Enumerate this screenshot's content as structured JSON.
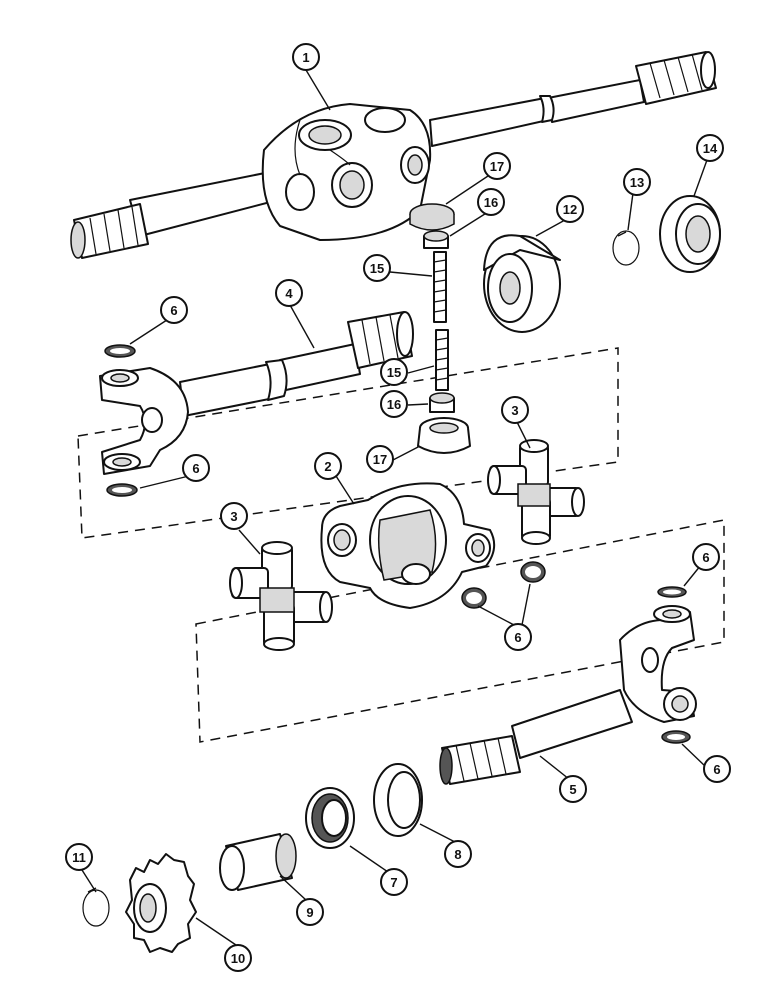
{
  "callouts": {
    "c1": "1",
    "c2": "2",
    "c3a": "3",
    "c3b": "3",
    "c4": "4",
    "c5": "5",
    "c6a": "6",
    "c6b": "6",
    "c6c": "6",
    "c6d": "6",
    "c6e": "6",
    "c7": "7",
    "c8": "8",
    "c9": "9",
    "c10": "10",
    "c11": "11",
    "c12": "12",
    "c13": "13",
    "c14": "14",
    "c15a": "15",
    "c15b": "15",
    "c16a": "16",
    "c16b": "16",
    "c17a": "17",
    "c17b": "17"
  }
}
